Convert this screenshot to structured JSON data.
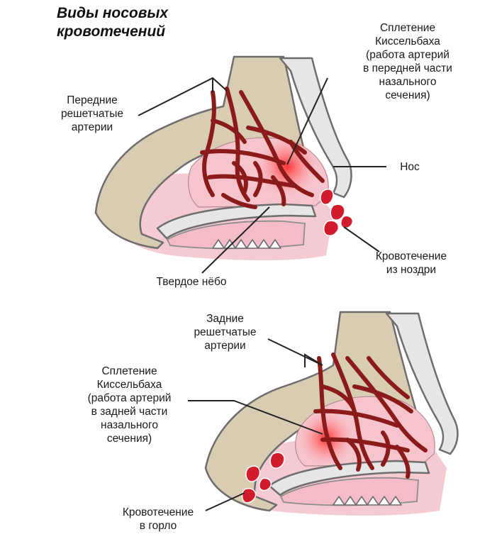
{
  "title": "Виды носовых\nкровотечений",
  "labels": {
    "anterior_ethmoid": "Передние\nрешетчатые\nартерии",
    "kiesselbach_front": "Сплетение\nКиссельбаха\n(работа артерий\nв передней части\nназального\nсечения)",
    "nose": "Нос",
    "nostril_bleeding": "Кровотечение\nиз ноздри",
    "hard_palate": "Твердое нёбо",
    "posterior_ethmoid": "Задние\nрешетчатые\nартерии",
    "kiesselbach_back": "Сплетение\nКиссельбаха\n(работа артерий\nв задней части\nназального\nсечения)",
    "throat_bleeding": "Кровотечение\nв горло"
  },
  "colors": {
    "bone": "#d8cdb3",
    "cartilage": "#e2e2e2",
    "mucosa": "#f3c6cf",
    "artery": "#8b1a1a",
    "blood": "#d21c2c",
    "plexus_glow": "#ff4040"
  }
}
